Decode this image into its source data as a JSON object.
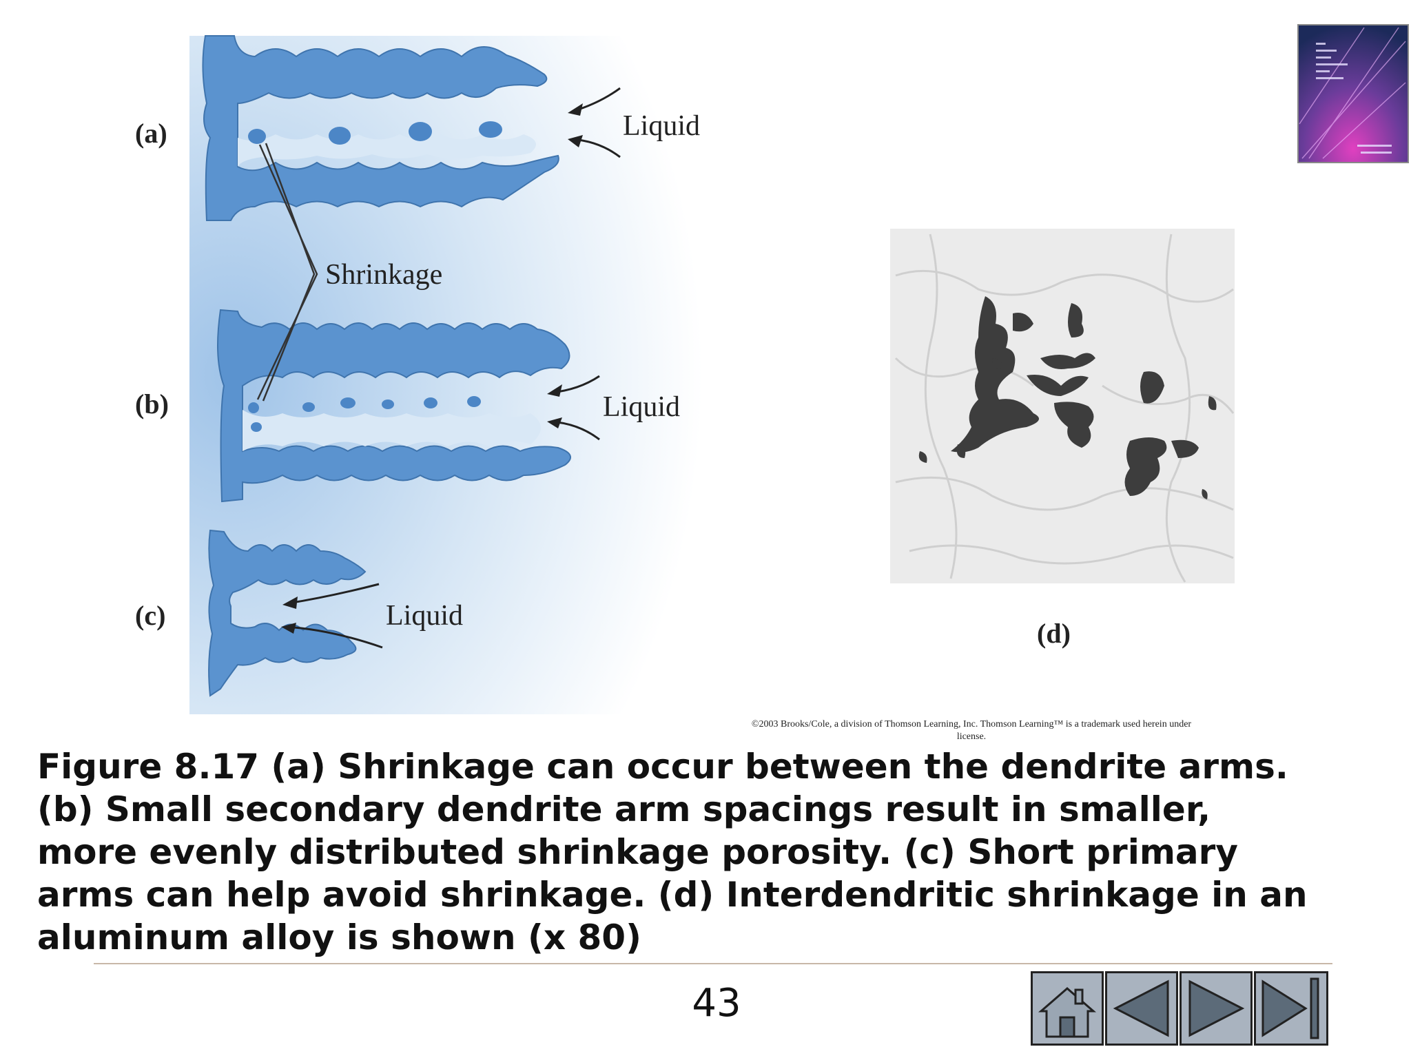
{
  "figure": {
    "label_a": "(a)",
    "label_b": "(b)",
    "label_c": "(c)",
    "label_d": "(d)",
    "liquid_a": "Liquid",
    "liquid_b": "Liquid",
    "liquid_c": "Liquid",
    "shrinkage": "Shrinkage",
    "dendrite_color": "#5b93cf",
    "background_color": "#c9def2"
  },
  "copyright": {
    "line1": "©2003 Brooks/Cole, a division of Thomson Learning, Inc.  Thomson Learning™ is a trademark used herein under",
    "line2": "license."
  },
  "caption": "Figure 8.17  (a) Shrinkage can occur between the dendrite arms.\n(b) Small secondary dendrite arm spacings result in smaller,\nmore evenly distributed shrinkage porosity. (c) Short primary\narms can help avoid shrinkage. (d) Interdendritic shrinkage in an\naluminum alloy is shown (x 80)",
  "page_number": "43",
  "navigation": {
    "buttons": [
      "home-icon",
      "previous-icon",
      "next-icon",
      "last-icon"
    ],
    "button_color": "#a9b3bf"
  },
  "book_cover": {
    "icon": "book-cover-thumbnail"
  }
}
